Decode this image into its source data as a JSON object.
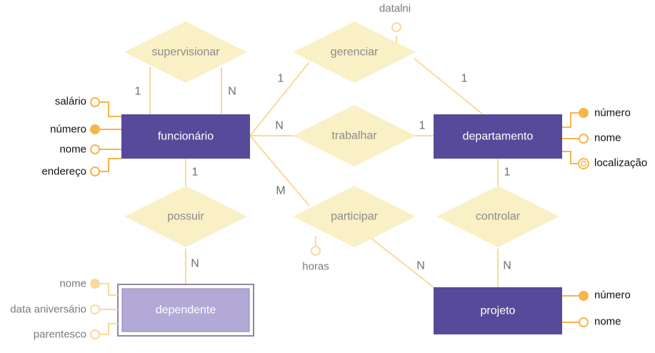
{
  "colors": {
    "entity": "#574a9a",
    "weak_entity": "#b2a9d6",
    "relationship": "#f9f0c6",
    "line": "#fbd99b",
    "attr_line": "#f7b54a",
    "key_fill": "#f7b54a"
  },
  "entities": {
    "funcionario": "funcionário",
    "departamento": "departamento",
    "projeto": "projeto",
    "dependente": "dependente"
  },
  "relationships": {
    "supervisionar": "supervisionar",
    "gerenciar": "gerenciar",
    "trabalhar": "trabalhar",
    "participar": "participar",
    "possuir": "possuir",
    "controlar": "controlar"
  },
  "relationship_attributes": {
    "datalni": "datalni",
    "horas": "horas"
  },
  "cardinalities": {
    "supervisionar_left": "1",
    "supervisionar_right": "N",
    "gerenciar_func": "1",
    "gerenciar_depto": "1",
    "trabalhar_func": "N",
    "trabalhar_depto": "1",
    "participar_func": "M",
    "participar_proj": "N",
    "possuir_func": "1",
    "possuir_dep": "N",
    "controlar_depto": "1",
    "controlar_proj": "N"
  },
  "attributes": {
    "funcionario": [
      {
        "label": "salário",
        "kind": "simple"
      },
      {
        "label": "número",
        "kind": "key"
      },
      {
        "label": "nome",
        "kind": "simple"
      },
      {
        "label": "endereço",
        "kind": "simple"
      }
    ],
    "departamento": [
      {
        "label": "número",
        "kind": "key"
      },
      {
        "label": "nome",
        "kind": "simple"
      },
      {
        "label": "localização",
        "kind": "multivalued"
      }
    ],
    "projeto": [
      {
        "label": "número",
        "kind": "key"
      },
      {
        "label": "nome",
        "kind": "simple"
      }
    ],
    "dependente": [
      {
        "label": "nome",
        "kind": "partial-key"
      },
      {
        "label": "data aniversário",
        "kind": "simple"
      },
      {
        "label": "parentesco",
        "kind": "simple"
      }
    ]
  }
}
